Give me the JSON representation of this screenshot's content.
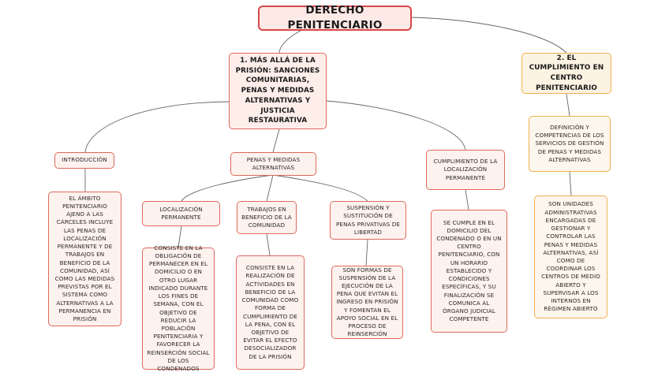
{
  "root": "DERECHO PENITENCIARIO",
  "branch1": {
    "title": "1. MÁS ALLÁ DE LA PRISIÓN: SANCIONES COMUNITARIAS, PENAS Y MEDIDAS ALTERNATIVAS Y JUSTICIA RESTAURATIVA",
    "intro": {
      "title": "INTRODUCCIÓN",
      "detail": "EL ÁMBITO PENITENCIARIO AJENO A LAS CÁRCELES INCLUYE LAS PENAS DE LOCALIZACIÓN PERMANENTE Y DE TRABAJOS EN BENEFICIO DE LA COMUNIDAD, ASÍ COMO LAS MEDIDAS PREVISTAS POR EL SISTEMA COMO ALTERNATIVAS A LA PERMANENCIA EN PRISIÓN"
    },
    "penas": {
      "title": "PENAS Y MEDIDAS ALTERNATIVAS",
      "localizacion": {
        "title": "LOCALIZACIÓN PERMANENTE",
        "detail": "CONSISTE EN LA OBLIGACIÓN DE PERMANECER EN EL DOMICILIO O EN OTRO LUGAR INDICADO DURANTE LOS FINES DE SEMANA, CON EL OBJETIVO DE REDUCIR LA POBLACIÓN PENITENCIARIA Y FAVORECER LA REINSERCIÓN SOCIAL DE LOS CONDENADOS"
      },
      "trabajos": {
        "title": "TRABAJOS EN BENEFICIO DE LA COMUNIDAD",
        "detail": "CONSISTE EN LA REALIZACIÓN DE ACTIVIDADES EN BENEFICIO DE LA COMUNIDAD COMO FORMA DE CUMPLIMIENTO DE LA PENA, CON EL OBJETIVO DE EVITAR EL EFECTO DESOCIALIZADOR DE LA PRISIÓN"
      },
      "suspension": {
        "title": "SUSPENSIÓN Y SUSTITUCIÓN DE PENAS PRIVATIVAS DE LIBERTAD",
        "detail": "SON FORMAS DE SUSPENSIÓN DE LA EJECUCIÓN DE LA PENA QUE EVITAN EL INGRESO EN PRISIÓN Y FOMENTAN EL APOYO SOCIAL EN EL PROCESO DE REINSERCIÓN"
      }
    },
    "cumplimiento": {
      "title": "CUMPLIMIENTO DE LA LOCALIZACIÓN PERMANENTE",
      "detail": "SE CUMPLE EN EL DOMICILIO DEL CONDENADO O EN UN CENTRO PENITENCIARIO, CON UN HORARIO ESTABLECIDO Y CONDICIONES ESPECÍFICAS, Y SU FINALIZACIÓN SE COMUNICA AL ÓRGANO JUDICIAL COMPETENTE"
    }
  },
  "branch2": {
    "title": "2. EL CUMPLIMIENTO EN CENTRO PENITENCIARIO",
    "definicion": {
      "title": "DEFINICIÓN Y COMPETENCIAS DE LOS SERVICIOS DE GESTIÓN DE PENAS Y MEDIDAS ALTERNATIVAS",
      "detail": "SON UNIDADES ADMINISTRATIVAS ENCARGADAS DE GESTIONAR Y CONTROLAR LAS PENAS Y MEDIDAS ALTERNATIVAS, ASÍ COMO DE COORDINAR LOS CENTROS DE MEDIO ABIERTO Y SUPERVISAR A LOS INTERNOS EN RÉGIMEN ABIERTO"
    }
  }
}
